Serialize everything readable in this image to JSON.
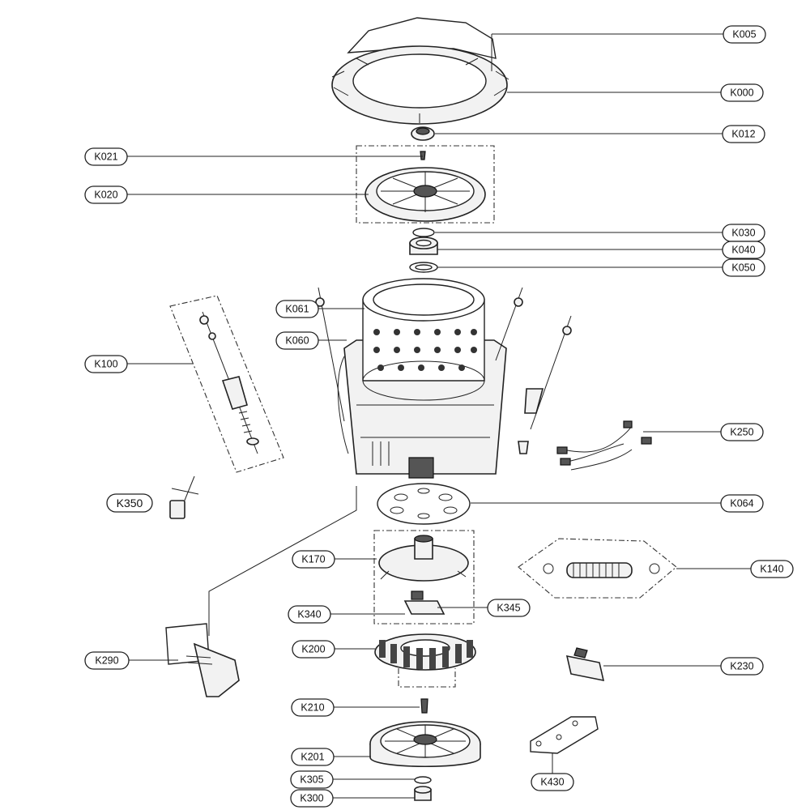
{
  "diagram": {
    "part_labels": [
      {
        "id": "K005",
        "text": "K005"
      },
      {
        "id": "K000",
        "text": "K000"
      },
      {
        "id": "K012",
        "text": "K012"
      },
      {
        "id": "K021",
        "text": "K021"
      },
      {
        "id": "K020",
        "text": "K020"
      },
      {
        "id": "K030",
        "text": "K030"
      },
      {
        "id": "K040",
        "text": "K040"
      },
      {
        "id": "K050",
        "text": "K050"
      },
      {
        "id": "K061",
        "text": "K061"
      },
      {
        "id": "K060",
        "text": "K060"
      },
      {
        "id": "K100",
        "text": "K100"
      },
      {
        "id": "K250",
        "text": "K250"
      },
      {
        "id": "K350",
        "text": "K350"
      },
      {
        "id": "K064",
        "text": "K064"
      },
      {
        "id": "K170",
        "text": "K170"
      },
      {
        "id": "K140",
        "text": "K140"
      },
      {
        "id": "K340",
        "text": "K340"
      },
      {
        "id": "K345",
        "text": "K345"
      },
      {
        "id": "K200",
        "text": "K200"
      },
      {
        "id": "K290",
        "text": "K290"
      },
      {
        "id": "K230",
        "text": "K230"
      },
      {
        "id": "K210",
        "text": "K210"
      },
      {
        "id": "K201",
        "text": "K201"
      },
      {
        "id": "K430",
        "text": "K430"
      },
      {
        "id": "K305",
        "text": "K305"
      },
      {
        "id": "K300",
        "text": "K300"
      }
    ]
  }
}
